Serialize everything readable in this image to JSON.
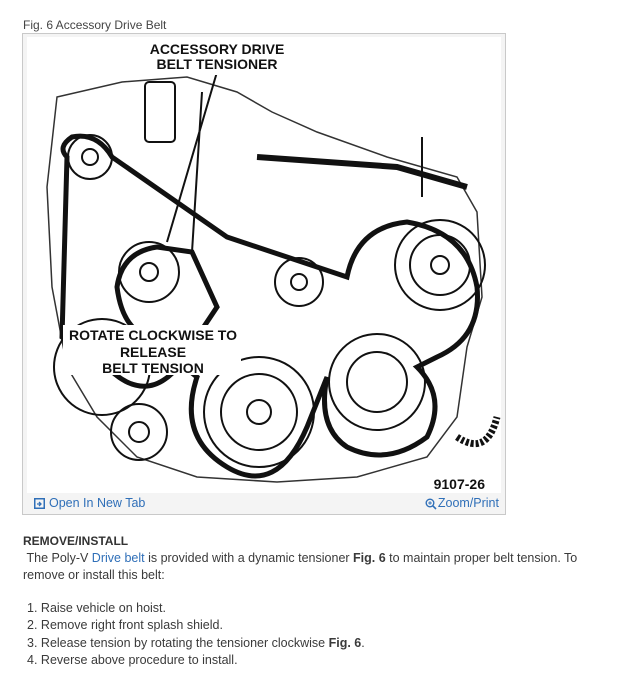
{
  "figure": {
    "caption": "Fig. 6 Accessory Drive Belt",
    "label_tensioner_line1": "ACCESSORY DRIVE",
    "label_tensioner_line2": "BELT TENSIONER",
    "label_rotate_line1": "ROTATE CLOCKWISE TO",
    "label_rotate_line2": "RELEASE",
    "label_rotate_line3": "BELT TENSION",
    "figure_number": "9107-26",
    "open_tab_label": "Open In New Tab",
    "zoom_label": "Zoom/Print",
    "icons": [
      "open-tab-icon",
      "zoom-icon"
    ]
  },
  "section": {
    "title": "REMOVE/INSTALL",
    "para_part1": "The Poly-V ",
    "para_link": "Drive belt",
    "para_part2": " is provided with a dynamic tensioner ",
    "para_bold1": "Fig. 6",
    "para_part3": " to maintain proper belt tension. To remove or install this belt:"
  },
  "steps": [
    {
      "num": "1.",
      "text": "Raise vehicle on hoist."
    },
    {
      "num": "2.",
      "text": "Remove right front splash shield."
    },
    {
      "num": "3.",
      "text": "Release tension by rotating the tensioner clockwise ",
      "bold": "Fig. 6",
      "after": "."
    },
    {
      "num": "4.",
      "text": "Reverse above procedure to install."
    }
  ],
  "colors": {
    "link": "#2f6fb8",
    "text": "#3a3a3a",
    "frame_border": "#c9c9c9"
  }
}
